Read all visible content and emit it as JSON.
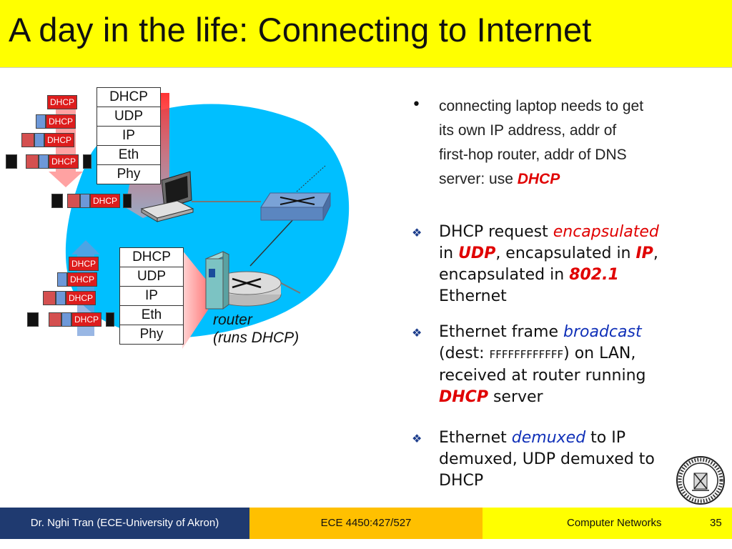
{
  "slide": {
    "title": "A day in the life: Connecting to Internet"
  },
  "protocol_stack": [
    "DHCP",
    "UDP",
    "IP",
    "Eth",
    "Phy"
  ],
  "packet_label": "DHCP",
  "router_label": {
    "line1": "router",
    "line2": "(runs DHCP)"
  },
  "bullets": {
    "first": {
      "line1": "connecting laptop needs to get",
      "line2": "its own IP address, addr of",
      "line3": "first-hop router, addr of DNS",
      "line4_prefix": "server: use ",
      "line4_emph": "DHCP"
    },
    "second": {
      "p1": "DHCP request ",
      "e1": "encapsulated",
      "p2": "in ",
      "e2": "UDP",
      "p3": ", encapsulated in ",
      "e3": "IP",
      "p4": ",",
      "p5": "encapsulated in ",
      "e4": "802.1",
      "p6": "Ethernet"
    },
    "third": {
      "p1": "Ethernet frame ",
      "e1": "broadcast",
      "p2": "(dest: ",
      "mac": "FFFFFFFFFFFF",
      "p3": ") on LAN,",
      "p4": "received at router running",
      "e2": "DHCP",
      "p5": " server"
    },
    "fourth": {
      "p1": "Ethernet ",
      "e1": "demuxed",
      "p2": " to IP",
      "p3": "demuxed, UDP demuxed to",
      "p4": "DHCP"
    }
  },
  "footer": {
    "author": "Dr. Nghi Tran (ECE-University of Akron)",
    "course_code": "ECE 4450:427/527",
    "course_name": "Computer Networks",
    "page": "35"
  },
  "colors": {
    "title_bg": "#ffff00",
    "footer_left": "#1f3a70",
    "footer_mid": "#ffc000",
    "network_blue": "#00bfff",
    "emphasis_red": "#e00000",
    "emphasis_blue": "#1030b8"
  }
}
